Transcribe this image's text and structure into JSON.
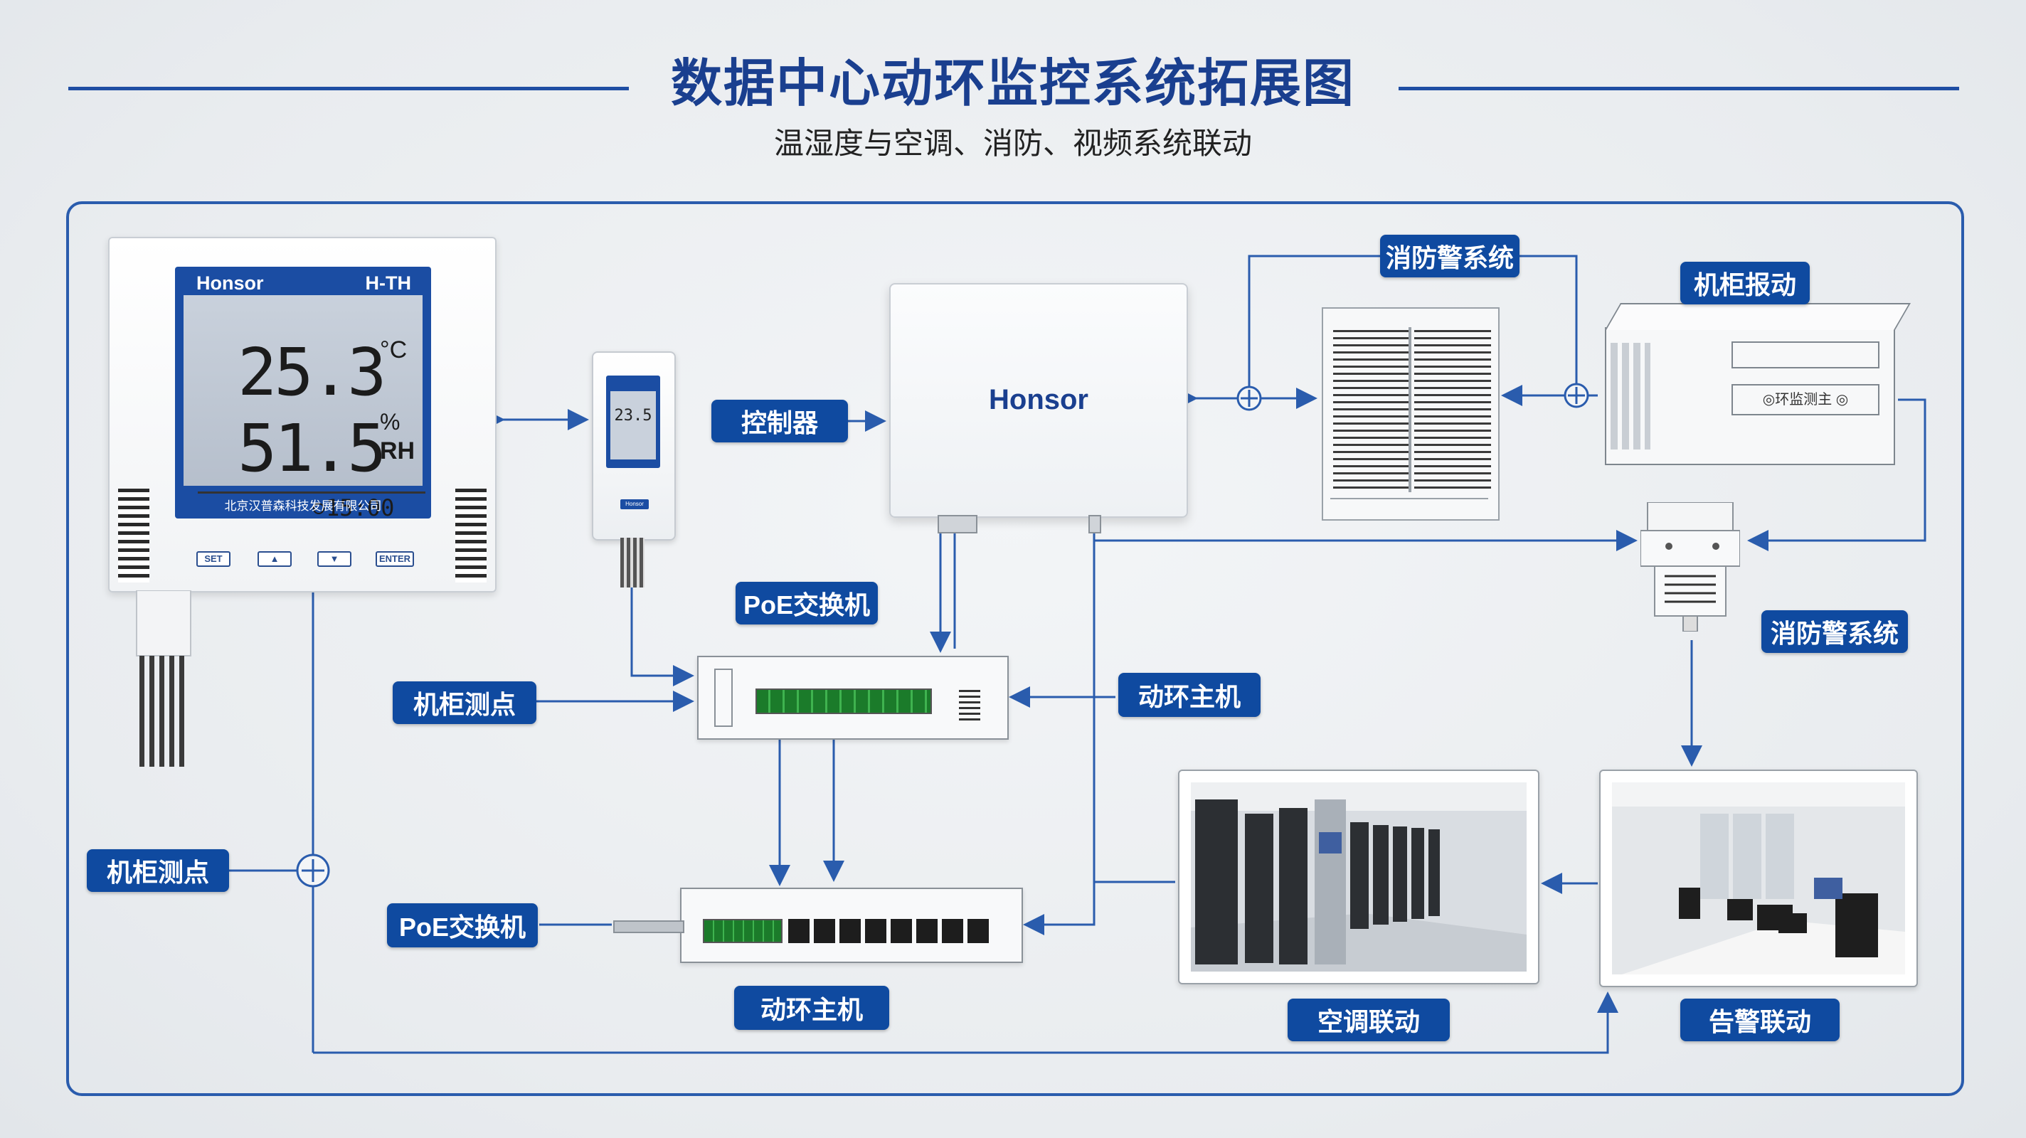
{
  "header": {
    "title": "数据中心动环监控系统拓展图",
    "subtitle": "温湿度与空调、消防、视频系统联动"
  },
  "sensor": {
    "brand": "Honsor",
    "model": "H-TH",
    "temperature": "25.3",
    "temp_unit": "°C",
    "humidity": "51.5",
    "hum_unit_pct": "%",
    "hum_unit_rh": "RH",
    "time": "15:00",
    "company": "北京汉普森科技发展有限公司",
    "buttons": [
      "SET",
      "▲",
      "▼",
      "ENTER"
    ]
  },
  "handheld": {
    "reading": "23.5",
    "brand": "Honsor"
  },
  "hub": {
    "brand": "Honsor"
  },
  "rackunit": {
    "panel_text": "◎环监测主 ◎"
  },
  "labels": {
    "controller": "控制器",
    "fire_top": "消防警系统",
    "rack_top": "机柜报动",
    "poe_switch_top": "PoE交换机",
    "cabinet_point_1": "机柜测点",
    "dh_host_right": "动环主机",
    "fire_right": "消防警系统",
    "cabinet_point_2": "机柜测点",
    "poe_switch_bottom": "PoE交换机",
    "dh_host_bottom": "动环主机",
    "ac_linkage": "空调联动",
    "alarm_linkage": "告警联动"
  },
  "colors": {
    "accent": "#0f4aa0",
    "line": "#2a5cad",
    "title": "#1a3f8f"
  }
}
